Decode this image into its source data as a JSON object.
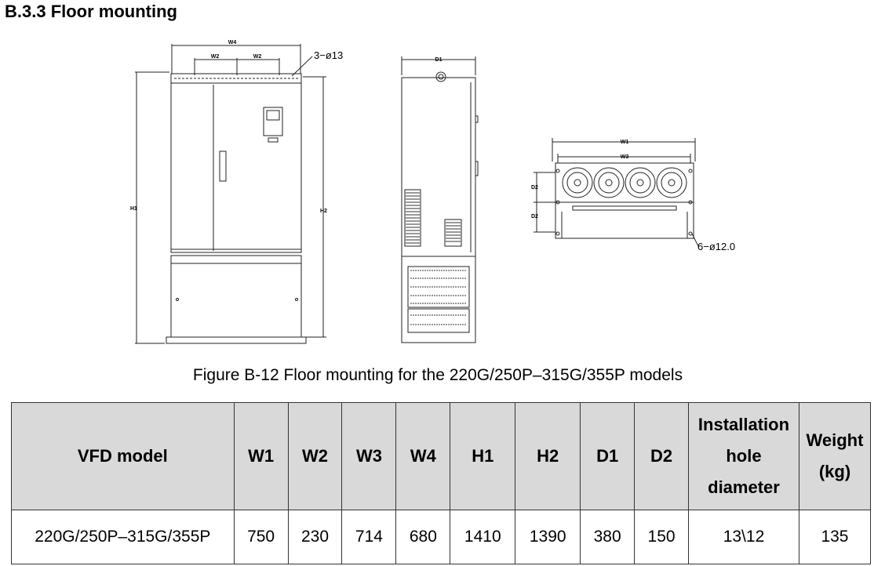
{
  "section_title": "B.3.3 Floor mounting",
  "figure_caption": "Figure B-12 Floor mounting for the 220G/250P–315G/355P models",
  "drawing_labels": {
    "w4": "W4",
    "w2": "W2",
    "w1": "W1",
    "w3": "W3",
    "d1": "D1",
    "d2": "D2",
    "h1": "H1",
    "h2": "H2",
    "holes_top": "3−ø13",
    "holes_bottom": "6−ø12.0"
  },
  "table": {
    "headers": [
      "VFD model",
      "W1",
      "W2",
      "W3",
      "W4",
      "H1",
      "H2",
      "D1",
      "D2",
      "Installation hole diameter",
      "Weight (kg)"
    ],
    "header_lines": {
      "hole": [
        "Installation",
        "hole",
        "diameter"
      ],
      "weight": [
        "Weight",
        "(kg)"
      ]
    },
    "rows": [
      [
        "220G/250P–315G/355P",
        "750",
        "230",
        "714",
        "680",
        "1410",
        "1390",
        "380",
        "150",
        "13\\12",
        "135"
      ]
    ]
  }
}
